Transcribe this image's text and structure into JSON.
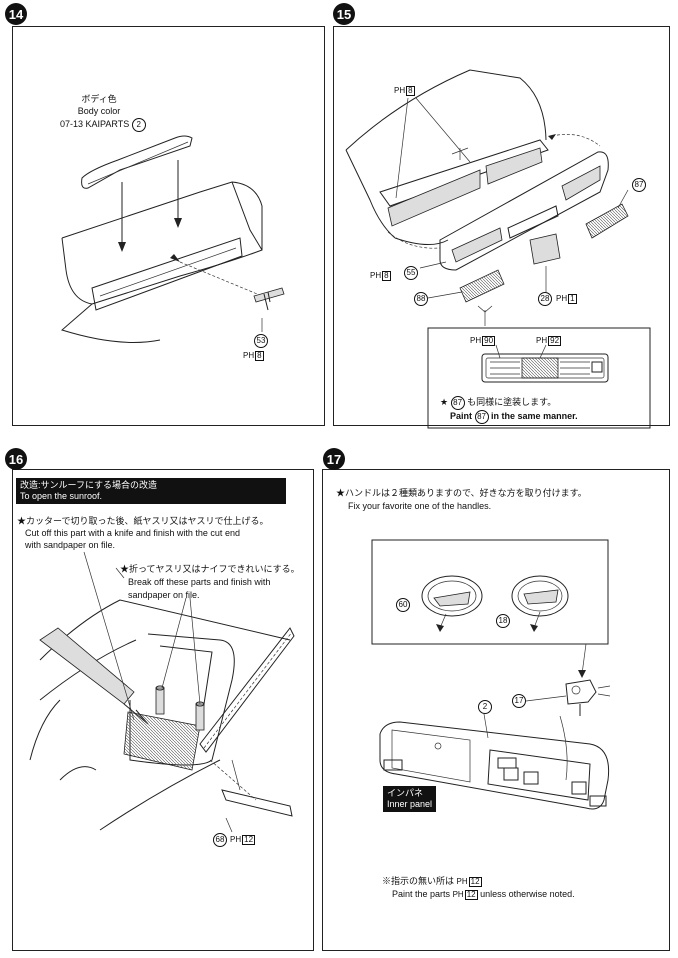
{
  "steps": [
    {
      "number": "14"
    },
    {
      "number": "15"
    },
    {
      "number": "16"
    },
    {
      "number": "17"
    }
  ],
  "step14": {
    "color_jp": "ボディ色",
    "color_en": "Body color",
    "kaiparts": "07-13 KAIPARTS",
    "kaiparts_num": "2",
    "part": "53",
    "paint_code": "8"
  },
  "step15": {
    "top_code": "8",
    "left_code": "8",
    "part_55": "55",
    "part_88": "88",
    "part_28": "28",
    "code_28": "1",
    "part_87": "87",
    "inset_code_a": "90",
    "inset_code_b": "92",
    "note_jp": "も同様に塗装します。",
    "note_en_pre": "Paint",
    "note_en_post": "in the same manner.",
    "note_part": "87"
  },
  "step16": {
    "banner_jp": "改造:サンルーフにする場合の改造",
    "banner_en": "To open the sunroof.",
    "note1_jp": "★カッターで切り取った後、紙ヤスリ又はヤスリで仕上げる。",
    "note1_en_1": "Cut off this part with a knife and finish with the cut end",
    "note1_en_2": "with sandpaper on file.",
    "note2_jp": "★折ってヤスリ又はナイフできれいにする。",
    "note2_en_1": "Break off these parts and finish with",
    "note2_en_2": "sandpaper on file.",
    "part": "68",
    "paint_code": "12"
  },
  "step17": {
    "note_jp": "★ハンドルは２種類ありますので、好きな方を取り付けます。",
    "note_en": "Fix your favorite one of the handles.",
    "part_60": "60",
    "part_18": "18",
    "part_17": "17",
    "part_2": "2",
    "inner_jp": "インパネ",
    "inner_en": "Inner panel",
    "foot_jp": "※指示の無い所は",
    "foot_en_pre": "Paint the parts",
    "foot_en_post": "unless otherwise noted.",
    "foot_code": "12"
  },
  "paint_prefix": "PH"
}
